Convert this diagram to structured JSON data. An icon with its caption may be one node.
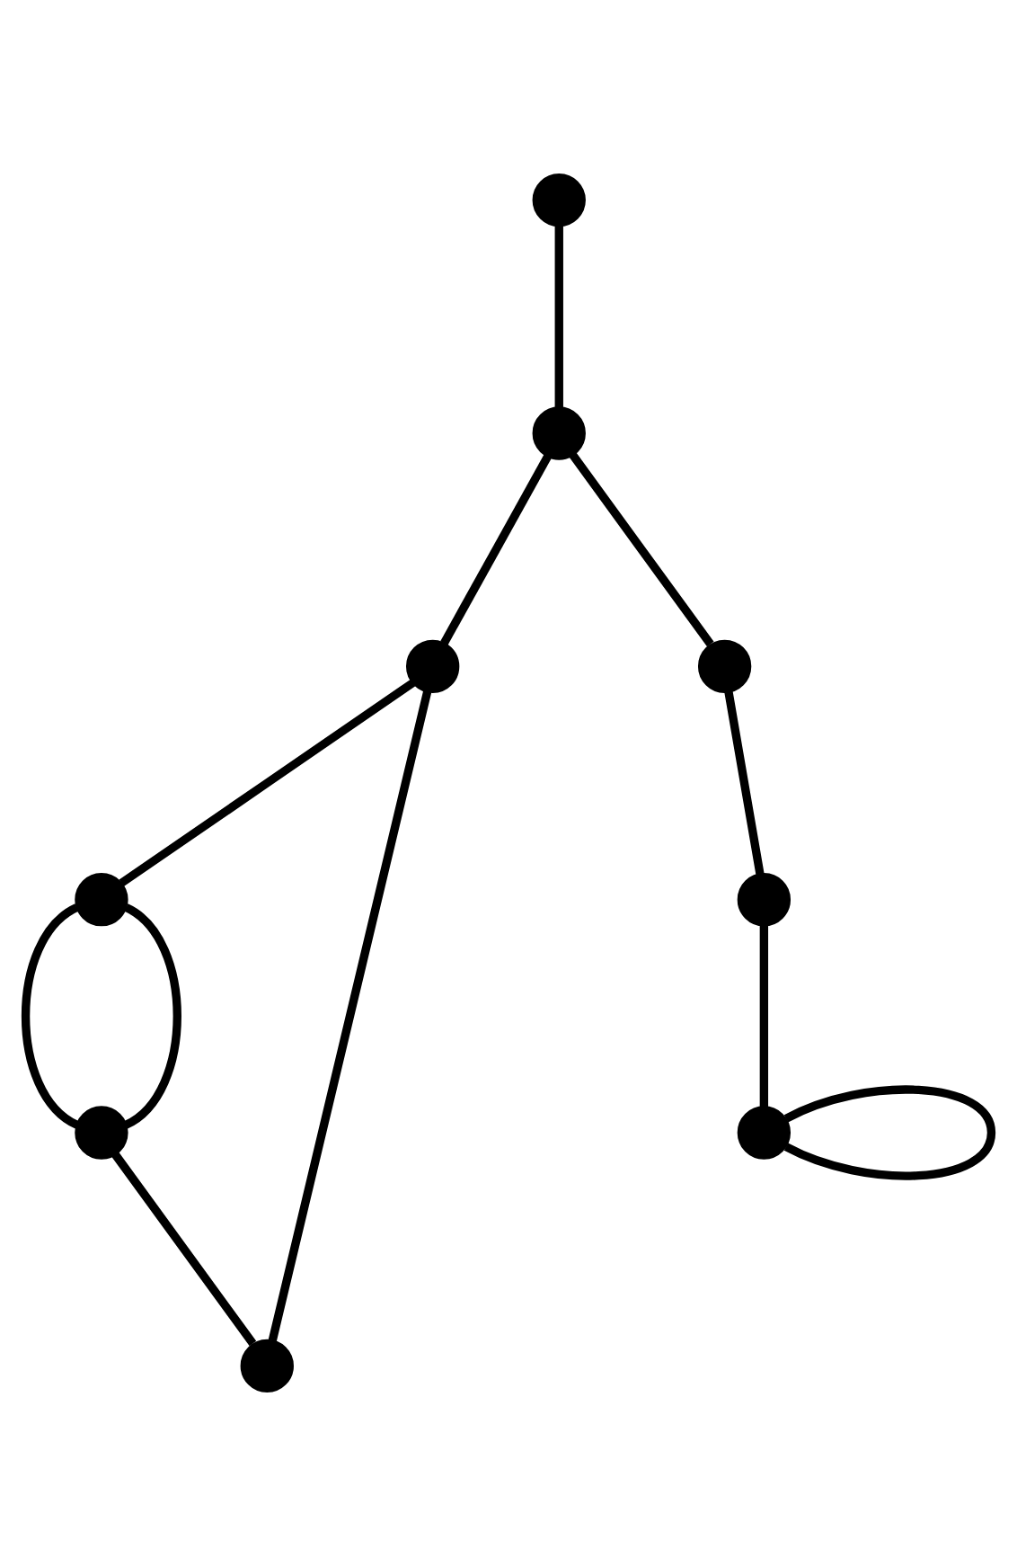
{
  "diagram": {
    "nodes": [
      {
        "text": [],
        "shape": "circle"
      },
      {
        "text": [],
        "shape": "circle"
      },
      {
        "text": [],
        "shape": "circle"
      },
      {
        "text": [],
        "shape": "circle"
      },
      {
        "text": [],
        "shape": "circle"
      },
      {
        "text": [],
        "shape": "circle"
      },
      {
        "text": [],
        "shape": "circle"
      },
      {
        "text": [],
        "shape": "circle"
      },
      {
        "text": [],
        "shape": "circle"
      }
    ],
    "edges": [
      {
        "from": 0,
        "to": 1,
        "arrow": "none"
      },
      {
        "from": 1,
        "to": 2,
        "arrow": "none"
      },
      {
        "from": 1,
        "to": 3,
        "arrow": "none"
      },
      {
        "from": 3,
        "to": 4,
        "arrow": "none"
      },
      {
        "from": 4,
        "to": 6,
        "arrow": "none"
      },
      {
        "from": 6,
        "to": 6,
        "arrow": "none"
      },
      {
        "from": 2,
        "to": 5,
        "arrow": "none"
      },
      {
        "from": 5,
        "to": 7,
        "arrow": "none"
      },
      {
        "from": 7,
        "to": 8,
        "arrow": "none"
      },
      {
        "from": 2,
        "to": 8,
        "arrow": "none"
      },
      {
        "from": 5,
        "to": 7,
        "arrow": "none"
      }
    ]
  }
}
